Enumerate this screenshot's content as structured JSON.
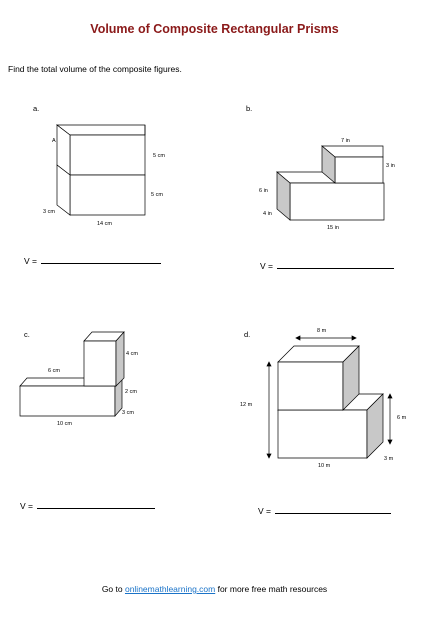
{
  "worksheet": {
    "title": "Volume of Composite Rectangular Prisms",
    "instructions": "Find the total volume of the composite figures."
  },
  "problems": [
    {
      "letter": "a.",
      "labels": {
        "vertex": "A",
        "top_height": "5 cm",
        "bottom_height": "5 cm",
        "depth": "3 cm",
        "width": "14 cm"
      },
      "answer_prefix": "V ="
    },
    {
      "letter": "b.",
      "labels": {
        "top_width": "7 in",
        "top_height": "3 in",
        "left_height": "6 in",
        "depth": "4 in",
        "width": "15 in"
      },
      "answer_prefix": "V ="
    },
    {
      "letter": "c.",
      "labels": {
        "top_height": "4 cm",
        "left_width": "6 cm",
        "bottom_height": "2 cm",
        "depth": "3 cm",
        "width": "10 cm"
      },
      "answer_prefix": "V ="
    },
    {
      "letter": "d.",
      "labels": {
        "top_width": "8 m",
        "total_height": "12 m",
        "bottom_height": "6 m",
        "depth": "3 m",
        "width": "10 m"
      },
      "answer_prefix": "V ="
    }
  ],
  "footer": {
    "prefix": "Go to ",
    "link_text": "onlinemathlearning.com",
    "suffix": " for more free math resources"
  },
  "colors": {
    "title": "#8b1a1a",
    "side_face": "#c8c8c8",
    "link": "#1a73c8"
  }
}
